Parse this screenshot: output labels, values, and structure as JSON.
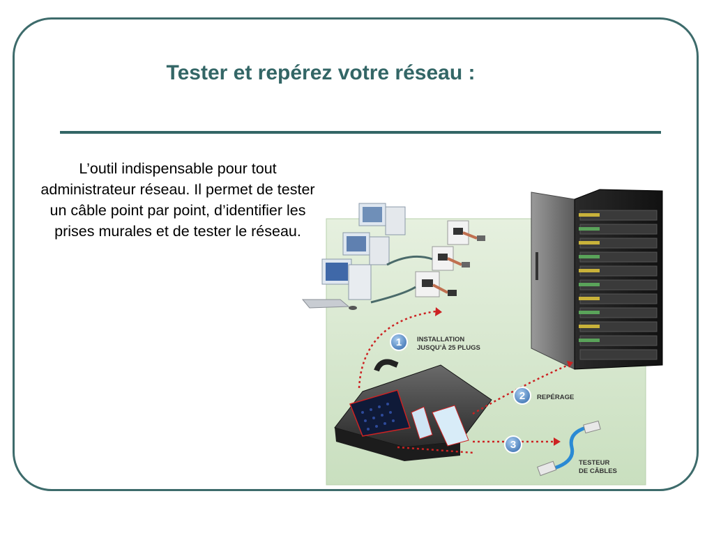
{
  "slide": {
    "title": "Tester et repérez votre réseau :",
    "body_lines": [
      "L’outil indispensable pour tout",
      "administrateur réseau. Il permet de tester",
      "un câble point par point, d’identifier les",
      "prises murales et de tester le réseau."
    ]
  },
  "illustration": {
    "steps": [
      {
        "number": "1",
        "line1": "INSTALLATION",
        "line2": "JUSQU’À 25 PLUGS"
      },
      {
        "number": "2",
        "line1": "REPÉRAGE",
        "line2": ""
      },
      {
        "number": "3",
        "line1": "TESTEUR",
        "line2": "DE CÂBLES"
      }
    ],
    "icons": [
      "computer-icon",
      "wall-socket-icon",
      "server-rack-icon",
      "tester-case-icon",
      "network-cable-icon"
    ]
  },
  "colors": {
    "frame": "#3d6b6b",
    "title": "#336666",
    "panel_bg": "#d4e6cc",
    "arrow": "#cc2222",
    "step_badge": "#5b8fc9"
  }
}
